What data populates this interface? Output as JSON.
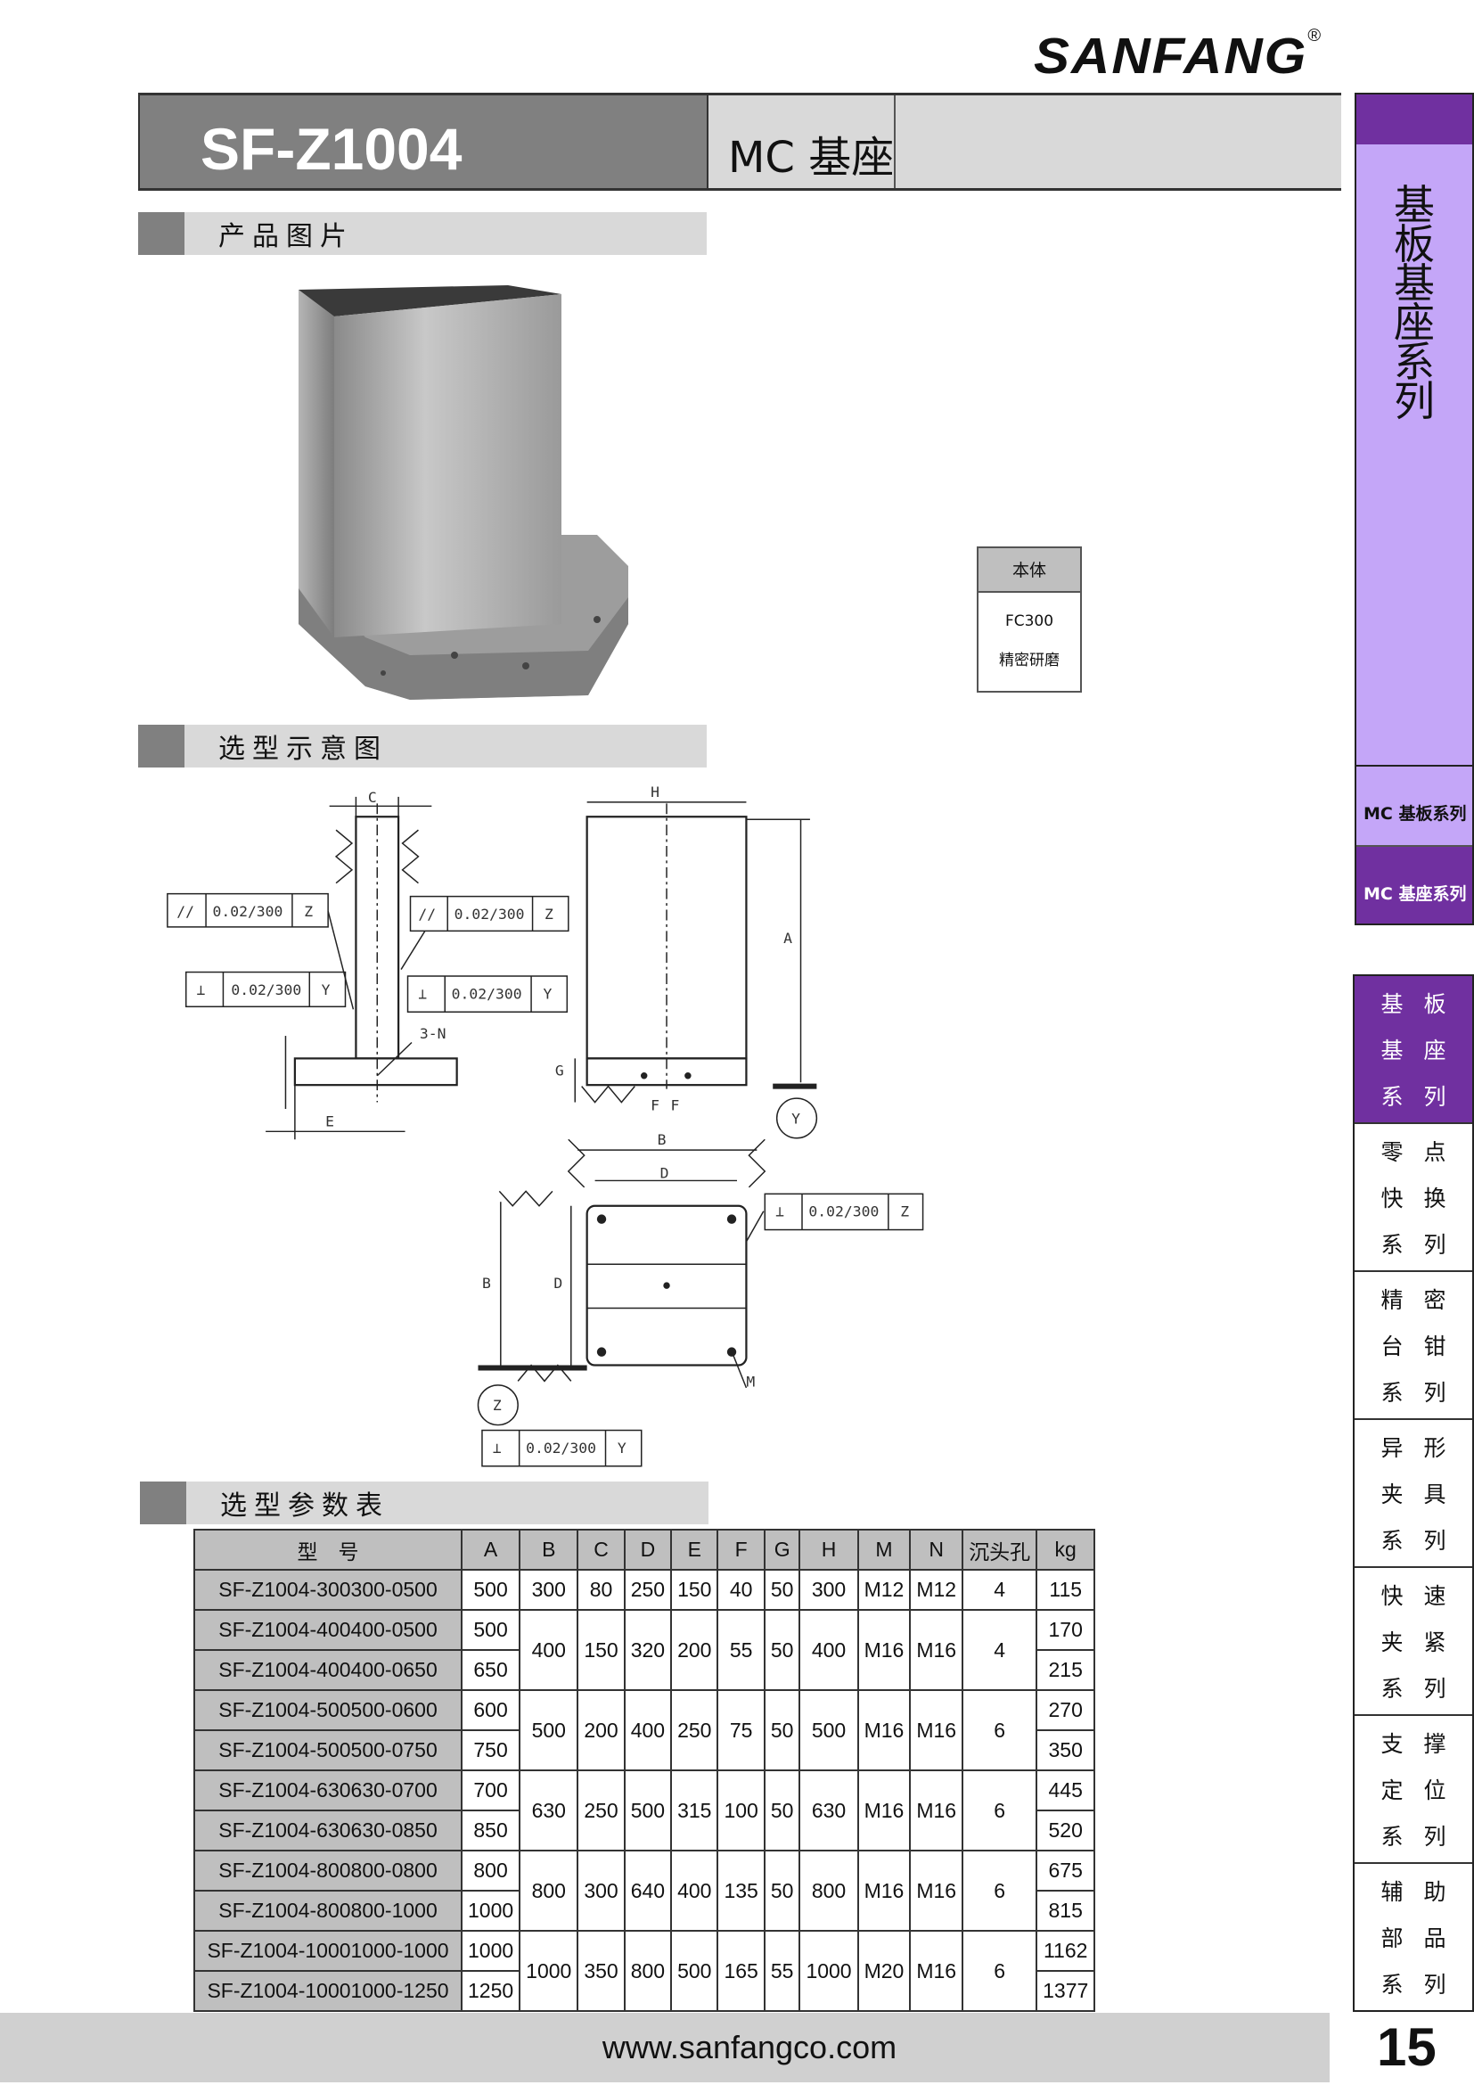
{
  "brand": {
    "logo": "SANFANG",
    "reg": "®"
  },
  "header": {
    "code": "SF-Z1004",
    "title": "MC 基座"
  },
  "sections": {
    "photo": "产品图片",
    "diagram": "选型示意图",
    "params": "选型参数表"
  },
  "material": {
    "header": "本体",
    "values": [
      "FC300",
      "精密研磨"
    ]
  },
  "side_top": {
    "vertical_title": "基板基座系列",
    "items": [
      "MC 基板系列",
      "MC 基座系列"
    ],
    "active_index": 1
  },
  "side_nav": [
    {
      "rows": [
        "基 板",
        "基 座",
        "系 列"
      ],
      "active": true
    },
    {
      "rows": [
        "零 点",
        "快 换",
        "系 列"
      ],
      "active": false
    },
    {
      "rows": [
        "精 密",
        "台 钳",
        "系 列"
      ],
      "active": false
    },
    {
      "rows": [
        "异 形",
        "夹 具",
        "系 列"
      ],
      "active": false
    },
    {
      "rows": [
        "快 速",
        "夹 紧",
        "系 列"
      ],
      "active": false
    },
    {
      "rows": [
        "支 撑",
        "定 位",
        "系 列"
      ],
      "active": false
    },
    {
      "rows": [
        "辅 助",
        "部 品",
        "系 列"
      ],
      "active": false
    }
  ],
  "drawing": {
    "tol": "0.02/300",
    "datums": [
      "Z",
      "Y"
    ],
    "dims": [
      "C",
      "H",
      "A",
      "E",
      "G",
      "F",
      "B",
      "D",
      "M",
      "3-N"
    ],
    "parallel": "//",
    "perp": "⊥"
  },
  "table": {
    "headers": [
      "型　号",
      "A",
      "B",
      "C",
      "D",
      "E",
      "F",
      "G",
      "H",
      "M",
      "N",
      "沉头孔",
      "kg"
    ],
    "groups": [
      {
        "rows": [
          [
            "SF-Z1004-300300-0500",
            "500",
            "115"
          ]
        ],
        "shared": [
          "300",
          "80",
          "250",
          "150",
          "40",
          "50",
          "300",
          "M12",
          "M12",
          "4"
        ]
      },
      {
        "rows": [
          [
            "SF-Z1004-400400-0500",
            "500",
            "170"
          ],
          [
            "SF-Z1004-400400-0650",
            "650",
            "215"
          ]
        ],
        "shared": [
          "400",
          "150",
          "320",
          "200",
          "55",
          "50",
          "400",
          "M16",
          "M16",
          "4"
        ]
      },
      {
        "rows": [
          [
            "SF-Z1004-500500-0600",
            "600",
            "270"
          ],
          [
            "SF-Z1004-500500-0750",
            "750",
            "350"
          ]
        ],
        "shared": [
          "500",
          "200",
          "400",
          "250",
          "75",
          "50",
          "500",
          "M16",
          "M16",
          "6"
        ]
      },
      {
        "rows": [
          [
            "SF-Z1004-630630-0700",
            "700",
            "445"
          ],
          [
            "SF-Z1004-630630-0850",
            "850",
            "520"
          ]
        ],
        "shared": [
          "630",
          "250",
          "500",
          "315",
          "100",
          "50",
          "630",
          "M16",
          "M16",
          "6"
        ]
      },
      {
        "rows": [
          [
            "SF-Z1004-800800-0800",
            "800",
            "675"
          ],
          [
            "SF-Z1004-800800-1000",
            "1000",
            "815"
          ]
        ],
        "shared": [
          "800",
          "300",
          "640",
          "400",
          "135",
          "50",
          "800",
          "M16",
          "M16",
          "6"
        ]
      },
      {
        "rows": [
          [
            "SF-Z1004-10001000-1000",
            "1000",
            "1162"
          ],
          [
            "SF-Z1004-10001000-1250",
            "1250",
            "1377"
          ]
        ],
        "shared": [
          "1000",
          "350",
          "800",
          "500",
          "165",
          "55",
          "1000",
          "M20",
          "M16",
          "6"
        ]
      }
    ]
  },
  "footer": {
    "url": "www.sanfangco.com",
    "page": "15"
  },
  "colors": {
    "purple": "#7030a0",
    "lavender": "#c4a6f8",
    "gray": "#808080",
    "light_gray": "#d9d9d9"
  }
}
